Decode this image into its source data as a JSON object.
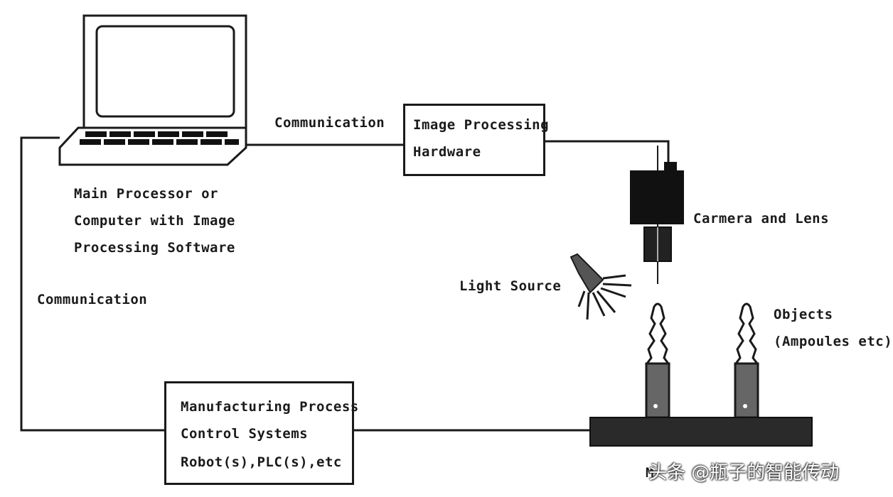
{
  "diagram": {
    "computer_label": [
      "Main Processor or",
      "Computer with Image",
      "Processing Software"
    ],
    "link_top_label": "Communication",
    "link_left_label": "Communication",
    "image_processing_box": [
      "Image Processing",
      "Hardware"
    ],
    "camera_label": "Carmera and Lens",
    "light_label": "Light Source",
    "objects_label": [
      "Objects",
      "(Ampoules etc)"
    ],
    "control_box": [
      "Manufacturing Process",
      "Control Systems",
      "Robot(s),PLC(s),etc"
    ],
    "conveyor_label": "M"
  },
  "watermark": {
    "text": "头条 @瓶子的智能传动"
  }
}
